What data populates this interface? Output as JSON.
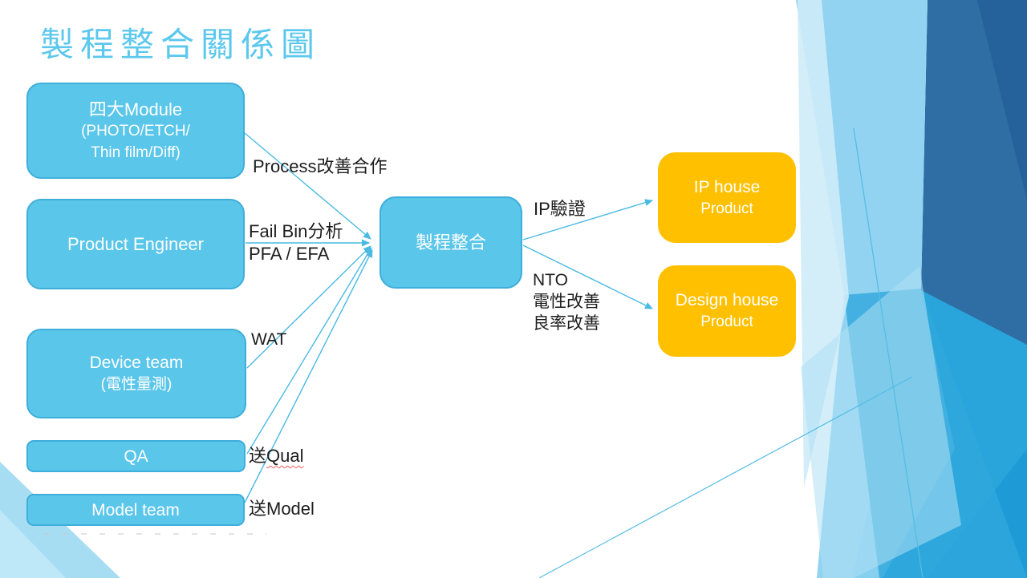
{
  "title": "製程整合關係圖",
  "nodes": {
    "module": {
      "line1": "四大Module",
      "line2": "(PHOTO/ETCH/",
      "line3": "Thin film/Diff)"
    },
    "product_engineer": {
      "label": "Product Engineer"
    },
    "device_team": {
      "line1": "Device team",
      "line2": "(電性量測)"
    },
    "qa": {
      "label": "QA"
    },
    "model_team": {
      "label": "Model team"
    },
    "integration": {
      "label": "製程整合"
    },
    "ip_house": {
      "line1": "IP house",
      "line2": "Product"
    },
    "design_house": {
      "line1": "Design house",
      "line2": "Product"
    }
  },
  "edge_labels": {
    "process_cooperation": "Process改善合作",
    "fail_bin_line1": "Fail Bin分析",
    "fail_bin_line2": "PFA / EFA",
    "wat": "WAT",
    "send_qual_prefix": "送",
    "send_qual_word": "Qual",
    "send_model": "送Model",
    "ip_verification": "IP驗證",
    "nto_line1": "NTO",
    "nto_line2": "電性改善",
    "nto_line3": "良率改善"
  },
  "colors": {
    "box_blue_fill": "#5AC6EA",
    "box_blue_border": "#3EAEDA",
    "box_orange_fill": "#FFC000",
    "title_blue": "#5CC8ED",
    "connector_blue": "#4ABAE3",
    "label_text": "#1D1D1D"
  }
}
